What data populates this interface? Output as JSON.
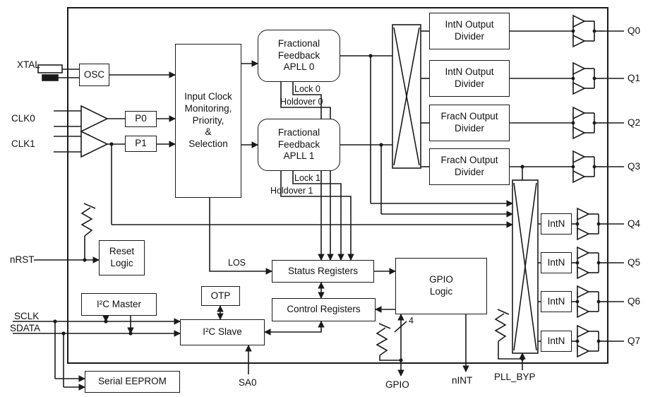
{
  "diagram": {
    "pins": {
      "xtal": "XTAL",
      "clk0": "CLK0",
      "clk1": "CLK1",
      "nrst": "nRST",
      "sclk": "SCLK",
      "sdata": "SDATA",
      "sa0": "SA0",
      "gpio": "GPIO",
      "nint": "nINT",
      "pll_byp": "PLL_BYP",
      "outputs": [
        "Q0",
        "Q1",
        "Q2",
        "Q3",
        "Q4",
        "Q5",
        "Q6",
        "Q7"
      ]
    },
    "blocks": {
      "osc": "OSC",
      "p0": "P0",
      "p1": "P1",
      "input_clock": "Input Clock\nMonitoring,\nPriority,\n&\nSelection",
      "apll0": "Fractional\nFeedback\nAPLL 0",
      "apll1": "Fractional\nFeedback\nAPLL 1",
      "output_dividers": [
        "IntN Output\nDivider",
        "IntN Output\nDivider",
        "FracN Output\nDivider",
        "FracN Output\nDivider"
      ],
      "intn_dividers": [
        "IntN",
        "IntN",
        "IntN",
        "IntN"
      ],
      "reset_logic": "Reset\nLogic",
      "i2c_master": "I²C Master",
      "otp": "OTP",
      "i2c_slave": "I²C Slave",
      "serial_eeprom": "Serial EEPROM",
      "status_registers": "Status Registers",
      "control_registers": "Control Registers",
      "gpio_logic": "GPIO\nLogic"
    },
    "signals": {
      "lock0": "Lock 0",
      "holdover0": "Holdover 0",
      "lock1": "Lock 1",
      "holdover1": "Holdover 1",
      "los": "LOS",
      "gpio_bus_width": "4"
    },
    "colors": {
      "line": "#1a1a1a",
      "background": "#ffffff"
    }
  }
}
